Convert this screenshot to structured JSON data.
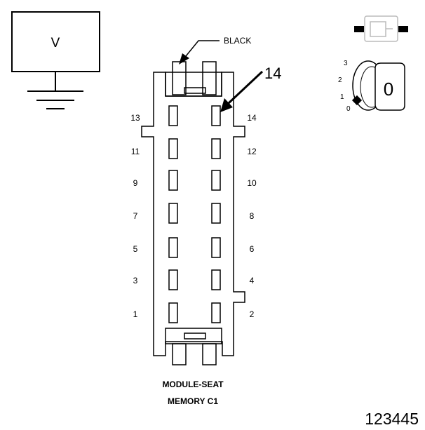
{
  "meter": {
    "symbol": "V"
  },
  "connector": {
    "wire_color_label": "BLACK",
    "callout_pin": "14",
    "title_line1": "MODULE-SEAT",
    "title_line2": "MEMORY C1",
    "pins_left": [
      "13",
      "11",
      "9",
      "7",
      "5",
      "3",
      "1"
    ],
    "pins_right": [
      "14",
      "12",
      "10",
      "8",
      "6",
      "4",
      "2"
    ]
  },
  "ignition": {
    "positions": [
      "3",
      "2",
      "1",
      "0"
    ],
    "key_position": "0"
  },
  "figure_number": "123445"
}
